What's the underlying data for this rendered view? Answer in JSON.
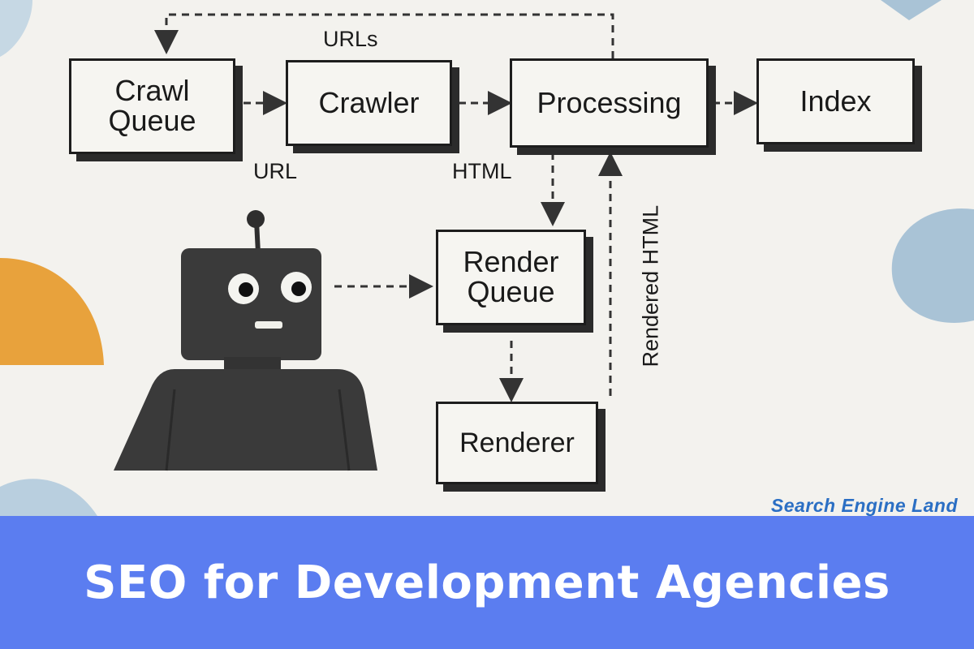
{
  "diagram": {
    "nodes": {
      "crawl_queue": "Crawl\nQueue",
      "crawler": "Crawler",
      "processing": "Processing",
      "index": "Index",
      "render_queue": "Render\nQueue",
      "renderer": "Renderer"
    },
    "edge_labels": {
      "urls": "URLs",
      "url": "URL",
      "html": "HTML",
      "rendered_html": "Rendered HTML"
    }
  },
  "watermark": "Search Engine Land",
  "banner": {
    "title": "SEO for Development Agencies"
  },
  "colors": {
    "banner": "#5b7df0",
    "banner_text": "#ffffff",
    "accent_orange": "#e8a23c",
    "accent_blue": "#a9c3d6",
    "robot": "#3a3a3a",
    "watermark": "#2b6fc4"
  },
  "icons": [
    "robot-icon"
  ]
}
